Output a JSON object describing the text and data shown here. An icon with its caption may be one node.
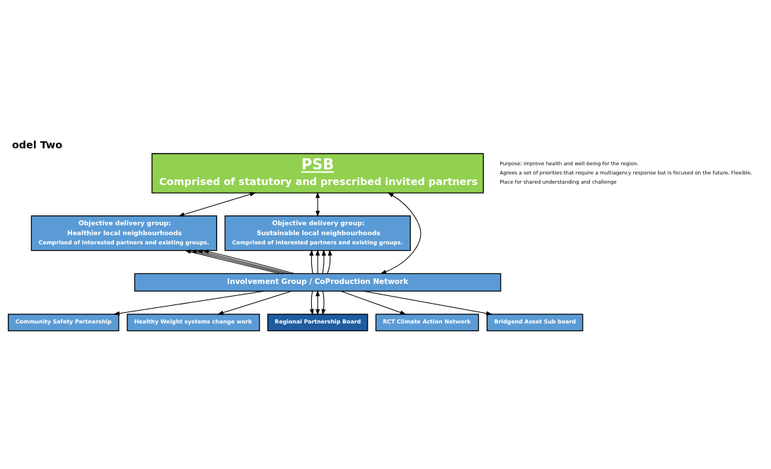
{
  "diagram": {
    "title": "odel Two",
    "nodes": [
      {
        "text": [
          "PSB",
          "Comprised of statutory and prescribed invited partners"
        ],
        "beside": [
          "Purpose: improve health and well-being for the region.",
          "Agrees a set of priorities that require a multiagency response but is focused on the future. Flexible.",
          "Place for shared understanding and challenge"
        ]
      },
      {
        "text": [
          "Objective delivery group:",
          "Healthier local neighbourhoods",
          "Comprised of interested partners and existing groups."
        ]
      },
      {
        "text": [
          "Objective delivery group:",
          "Sustainable local neighbourhoods",
          "Comprised of interested partners and existing groups."
        ]
      },
      {
        "text": [
          "Involvement Group / CoProduction Network"
        ]
      },
      {
        "text": [
          "Community Safety Partnership"
        ]
      },
      {
        "text": [
          "Healthy Weight systems change work"
        ]
      },
      {
        "text": [
          "Regional Partnership Board"
        ]
      },
      {
        "text": [
          "RCT Climate Action Network"
        ]
      },
      {
        "text": [
          "Bridgend Asset Sub board"
        ]
      }
    ],
    "edges": [
      {
        "from": 0,
        "to": 1,
        "arrow": "both"
      },
      {
        "from": 0,
        "to": 2,
        "arrow": "both"
      },
      {
        "from": 0,
        "to": 3,
        "arrow": "both"
      },
      {
        "from": 3,
        "to": 1,
        "arrow": "to"
      },
      {
        "from": 3,
        "to": 1,
        "arrow": "to"
      },
      {
        "from": 3,
        "to": 1,
        "arrow": "to"
      },
      {
        "from": 3,
        "to": 1,
        "arrow": "to"
      },
      {
        "from": 3,
        "to": 2,
        "arrow": "to"
      },
      {
        "from": 3,
        "to": 2,
        "arrow": "to"
      },
      {
        "from": 3,
        "to": 2,
        "arrow": "to"
      },
      {
        "from": 3,
        "to": 2,
        "arrow": "to"
      },
      {
        "from": 3,
        "to": 4,
        "arrow": "to"
      },
      {
        "from": 3,
        "to": 5,
        "arrow": "to"
      },
      {
        "from": 3,
        "to": 6,
        "arrow": "to"
      },
      {
        "from": 3,
        "to": 6,
        "arrow": "both"
      },
      {
        "from": 3,
        "to": 6,
        "arrow": "to"
      },
      {
        "from": 3,
        "to": 7,
        "arrow": "to"
      },
      {
        "from": 3,
        "to": 8,
        "arrow": "to"
      }
    ]
  }
}
